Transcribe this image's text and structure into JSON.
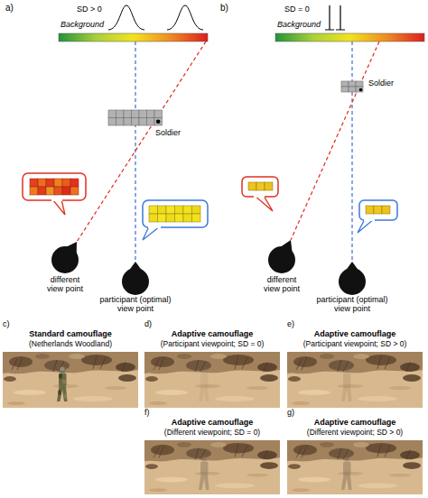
{
  "diagram": {
    "labels": [
      "a)",
      "SD > 0",
      "Background",
      "Soldier",
      "different view point",
      "participant (optimal) view point",
      "b)",
      "SD = 0",
      "Background",
      "Soldier",
      "different view point",
      "participant (optimal) view point",
      "c)",
      "Standard camouflage",
      "(Netherlands Woodland)",
      "d)",
      "Adaptive camouflage",
      "(Participant viewpoint; SD = 0)",
      "e)",
      "Adaptive camouflage",
      "(Participant viewpoint; SD > 0)",
      "f)",
      "Adaptive camouflage",
      "(Different viewpoint; SD = 0)",
      "g)",
      "Adaptive camouflage",
      "(Different viewpoint; SD > 0)"
    ]
  }
}
